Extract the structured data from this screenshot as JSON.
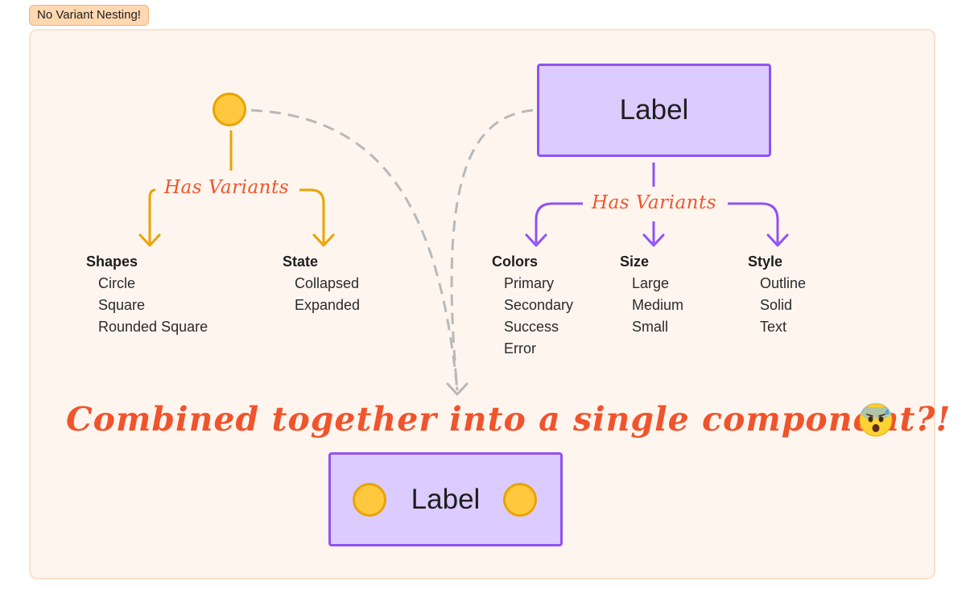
{
  "frame_title": "No Variant Nesting!",
  "colors": {
    "frame_bg": "#fef5ee",
    "frame_border": "#f9e2cf",
    "circle_fill": "#ffc83f",
    "circle_stroke": "#e9a400",
    "label_fill": "#dccbff",
    "label_stroke": "#8f53f2",
    "annotation_red": "#f0542c",
    "connector_gray": "#b9b9b9"
  },
  "left_component": {
    "annotation": "Has Variants",
    "groups": [
      {
        "title": "Shapes",
        "items": [
          "Circle",
          "Square",
          "Rounded Square"
        ]
      },
      {
        "title": "State",
        "items": [
          "Collapsed",
          "Expanded"
        ]
      }
    ]
  },
  "right_component": {
    "label": "Label",
    "annotation": "Has Variants",
    "groups": [
      {
        "title": "Colors",
        "items": [
          "Primary",
          "Secondary",
          "Success",
          "Error"
        ]
      },
      {
        "title": "Size",
        "items": [
          "Large",
          "Medium",
          "Small"
        ]
      },
      {
        "title": "Style",
        "items": [
          "Outline",
          "Solid",
          "Text"
        ]
      }
    ]
  },
  "headline": "Combined together into a single component?!",
  "emoji_icon": "anxious-face-with-sweat-icon",
  "combined_component": {
    "label": "Label"
  }
}
